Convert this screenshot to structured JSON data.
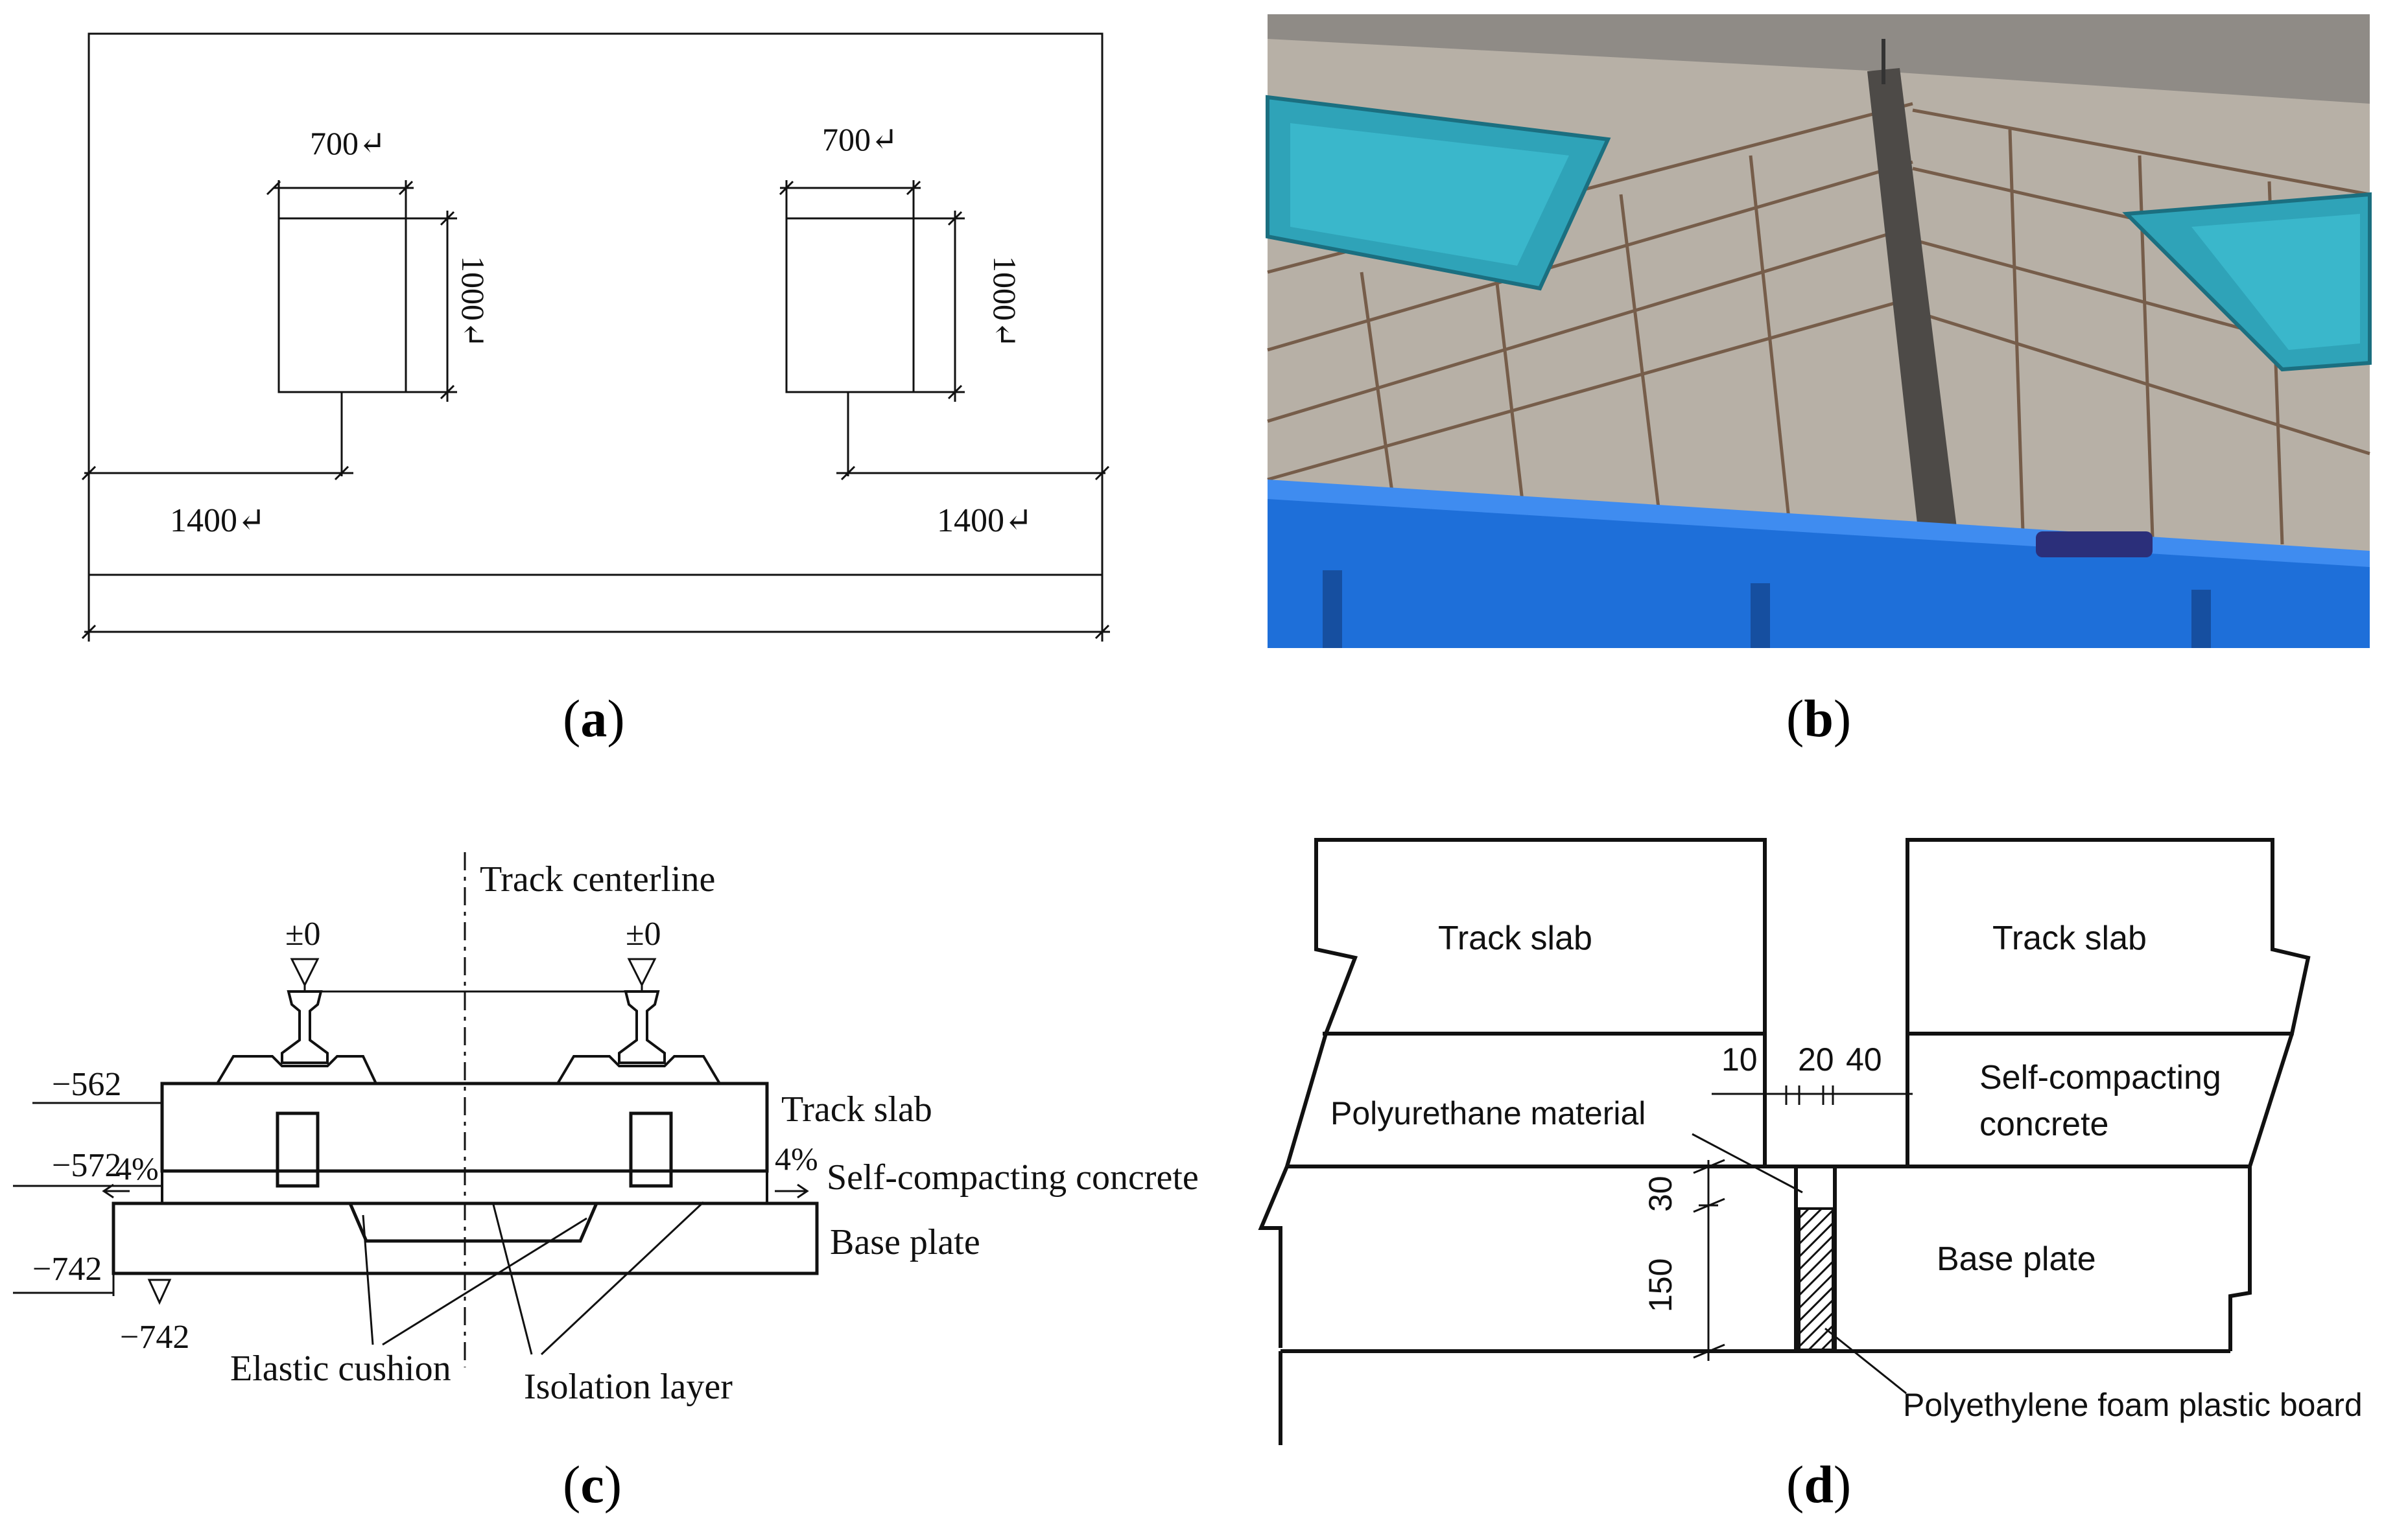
{
  "panels": {
    "a": {
      "caption_letter": "a",
      "dims": {
        "left_width": "700↵",
        "right_width": "700↵",
        "left_height": "1000↵",
        "right_height": "1000↵",
        "left_offset": "1400↵",
        "right_offset": "1400↵"
      }
    },
    "b": {
      "caption_letter": "b",
      "photo": {
        "frame_color": "#1e6fd9",
        "panel_color": "#2fa3b8",
        "surface_color": "#b7b0a6",
        "rebar_color": "#6b4f3a"
      }
    },
    "c": {
      "caption_letter": "c",
      "labels": {
        "centerline": "Track centerline",
        "rail_left_level": "±0",
        "rail_right_level": "±0",
        "level_562": "−562",
        "level_572": "−572",
        "level_742_left": "−742",
        "level_742_bottom": "−742",
        "slope_left": "4%",
        "slope_right": "4%",
        "track_slab": "Track slab",
        "scc": "Self-compacting concrete",
        "base_plate": "Base plate",
        "elastic_cushion": "Elastic cushion",
        "isolation_layer": "Isolation layer"
      }
    },
    "d": {
      "caption_letter": "d",
      "labels": {
        "track_slab_left": "Track slab",
        "track_slab_right": "Track slab",
        "scc_line1": "Self-compacting",
        "scc_line2": "concrete",
        "polyurethane": "Polyurethane material",
        "base_plate": "Base plate",
        "foam_board": "Polyethylene foam plastic board",
        "dim_10": "10",
        "dim_20": "20",
        "dim_40": "40",
        "dim_30": "30",
        "dim_150": "150"
      }
    }
  }
}
